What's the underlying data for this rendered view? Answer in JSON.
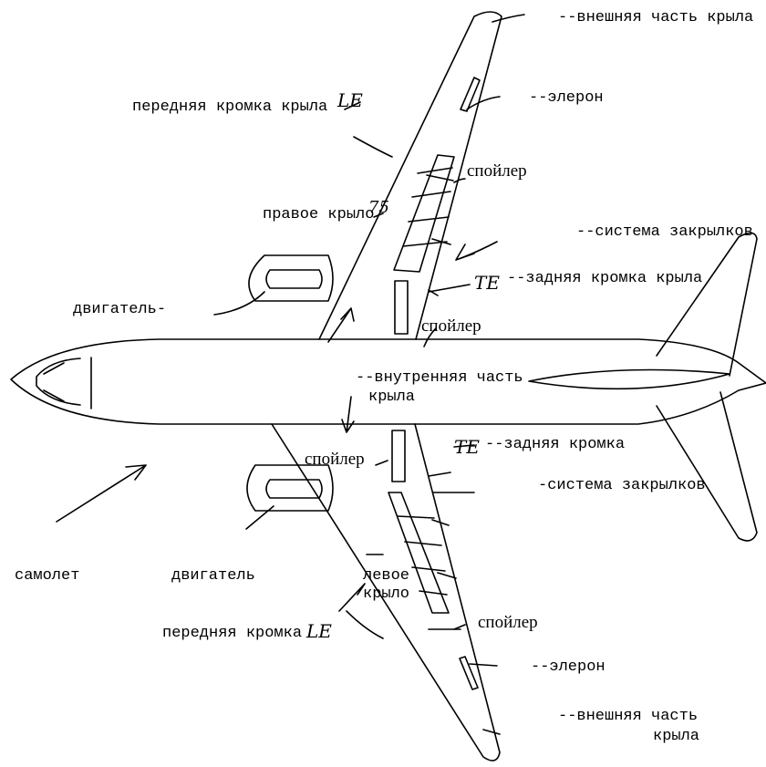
{
  "diagram": {
    "labels": {
      "outer_wing_right": "--внешняя часть крыла",
      "aileron_right": "--элерон",
      "leading_edge_right": "передняя кромка крыла",
      "spoiler_right_outer": "спойлер",
      "right_wing": "правое крыло",
      "flap_system_right": "--система закрылков",
      "trailing_edge_right": "--задняя кромка крыла",
      "engine_right": "двигатель-",
      "spoiler_right_inner": "спойлер",
      "inner_wing_line1": "--внутренняя часть",
      "inner_wing_line2": "крыла",
      "spoiler_left_inner": "спойлер",
      "trailing_edge_left": "--задняя кромка",
      "flap_system_left": "-система закрылков",
      "airplane": "самолет",
      "engine_left": "двигатель",
      "left_wing_line1": "левое",
      "left_wing_line2": "крыло",
      "spoiler_left_outer": "спойлер",
      "leading_edge_left": "передняя кромка",
      "aileron_left": "--элерон",
      "outer_wing_left_line1": "--внешняя часть",
      "outer_wing_left_line2": "крыла"
    },
    "handwritten": {
      "le_right": "LE",
      "num_75": "75",
      "te_right": "TE",
      "te_left": "TE",
      "le_left": "LE"
    }
  }
}
